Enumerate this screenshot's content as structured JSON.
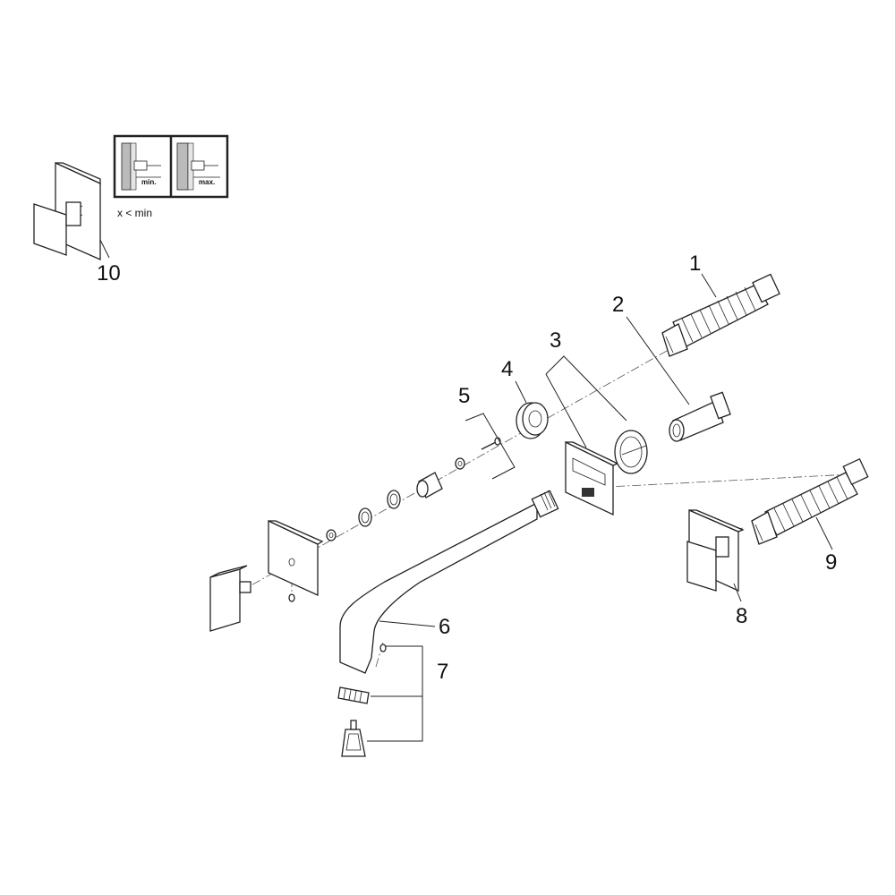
{
  "callouts": {
    "c1": "1",
    "c2": "2",
    "c3": "3",
    "c4": "4",
    "c5": "5",
    "c6": "6",
    "c7": "7",
    "c8": "8",
    "c9": "9",
    "c10": "10"
  },
  "inset": {
    "min_label": "min.",
    "max_label": "max.",
    "caption": "x < min"
  }
}
